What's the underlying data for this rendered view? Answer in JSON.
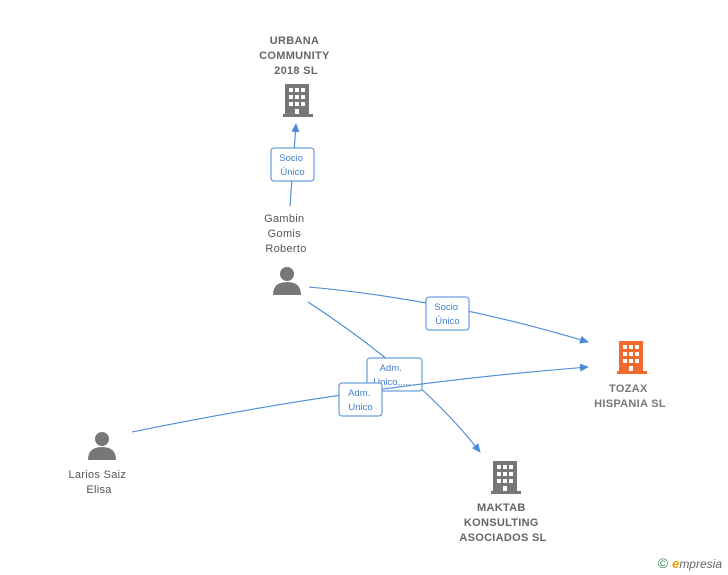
{
  "nodes": {
    "urbana": {
      "lines": [
        "URBANA",
        "COMMUNITY",
        "2018  SL"
      ],
      "kind": "company",
      "color": "#777777"
    },
    "gambin": {
      "lines": [
        "Gambin",
        "Gomis",
        "Roberto"
      ],
      "kind": "person",
      "color": "#777777"
    },
    "tozax": {
      "lines": [
        "TOZAX",
        "HISPANIA  SL"
      ],
      "kind": "company-focus",
      "color": "#f26a2e"
    },
    "larios": {
      "lines": [
        "Larios Saiz",
        "Elisa"
      ],
      "kind": "person",
      "color": "#777777"
    },
    "maktab": {
      "lines": [
        "MAKTAB",
        "KONSULTING",
        "ASOCIADOS SL"
      ],
      "kind": "company",
      "color": "#777777"
    }
  },
  "edges": {
    "gambin_urbana": {
      "lines": [
        "Socio",
        "Único"
      ]
    },
    "gambin_tozax": {
      "lines": [
        "Socio",
        "Único"
      ]
    },
    "gambin_maktab": {
      "lines": [
        "Adm.",
        "Unico,...."
      ]
    },
    "larios_tozax": {
      "lines": [
        "Adm.",
        "Unico"
      ]
    }
  },
  "colors": {
    "edge": "#4a8ad8",
    "icon_gray": "#777777",
    "focus": "#f26a2e"
  },
  "brand": {
    "copyright": "©",
    "e": "e",
    "rest": "mpresia"
  }
}
